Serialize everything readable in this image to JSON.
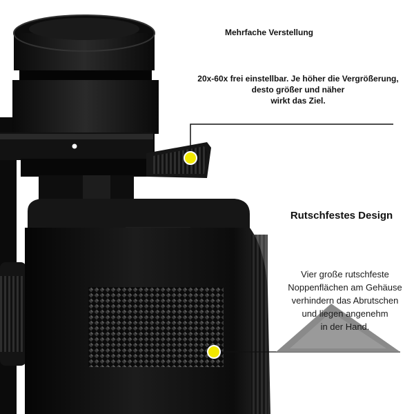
{
  "features": {
    "adjustment": {
      "heading": "Mehrfache Verstellung",
      "lines": [
        "20x-60x frei einstellbar. Je höher die Vergrößerung,",
        "desto größer und näher",
        "wirkt das Ziel."
      ]
    },
    "grip": {
      "heading": "Rutschfestes Design",
      "lines": [
        "Vier große rutschfeste",
        "Noppenflächen am Gehäuse",
        "verhindern das Abrutschen",
        "und liegen angenehm",
        "in der Hand."
      ]
    }
  },
  "colors": {
    "accent": "#f2e800",
    "body": "#111111",
    "background": "#ffffff"
  }
}
